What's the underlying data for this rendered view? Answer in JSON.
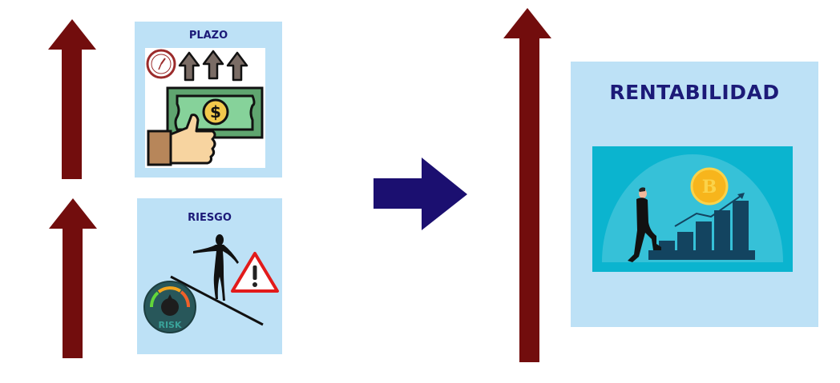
{
  "diagram": {
    "description": "Plazo y riesgo aumentan -> rentabilidad aumenta",
    "colors": {
      "up_arrow": "#720d0d",
      "right_arrow": "#1b0f70",
      "panel_bg": "#bde1f6",
      "title_text": "#1c1a78",
      "teal_bg": "#0bb4cf",
      "teal_dome": "#36c1d8",
      "bar_dark": "#134460",
      "coin": "#f7b51c"
    },
    "left_factors": [
      {
        "id": "plazo",
        "title": "PLAZO",
        "arrow": "up",
        "illustration": "clock, three up arrows, hand holding dollar bill"
      },
      {
        "id": "riesgo",
        "title": "RIESGO",
        "arrow": "up",
        "illustration": "tightrope walker on incline, warning sign, risk gauge",
        "gauge_label": "RISK"
      }
    ],
    "connector": {
      "direction": "right"
    },
    "result": {
      "id": "rentabilidad",
      "title": "RENTABILIDAD",
      "arrow": "up",
      "illustration": "businessman climbing bar chart, rising trend arrow, bitcoin coin",
      "coin_symbol": "B"
    }
  }
}
